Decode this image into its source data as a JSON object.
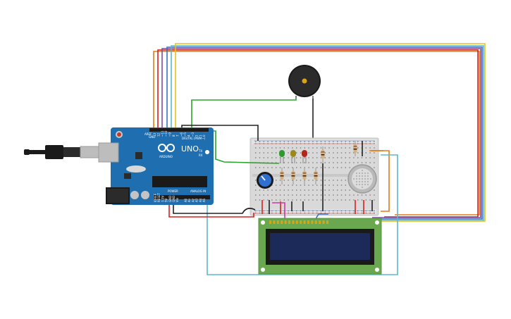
{
  "arduino": {
    "model_label": "UNO",
    "brand_label": "ARDUINO",
    "digital_header_label": "DIGITAL (PWM~)",
    "power_header_label": "POWER",
    "analog_header_label": "ANALOG IN",
    "aref_label": "AREF",
    "gnd_label": "GND",
    "tx_label": "TX",
    "rx_label": "RX",
    "digital_pins": [
      "13",
      "12",
      "~11",
      "~10",
      "~9",
      "8",
      "7",
      "~6",
      "~5",
      "4",
      "~3",
      "2",
      "1",
      "0"
    ],
    "power_pins": [
      "IOREF",
      "RESET",
      "3.3V",
      "5V",
      "GND",
      "GND",
      "Vin"
    ],
    "analog_pins": [
      "A0",
      "A1",
      "A2",
      "A3",
      "A4",
      "A5"
    ]
  },
  "components": {
    "led_colors": [
      "#2e9b2e",
      "#9a8a1c",
      "#b3261e"
    ],
    "buzzer_color": "#1a1a1a",
    "lcd_body_color": "#6aa84f",
    "lcd_screen_color": "#1c2a5a",
    "board_color": "#1f6fb0"
  },
  "wire_colors": {
    "orange": "#e07b1a",
    "purple": "#7b4fa0",
    "red": "#d62020",
    "teal": "#5fb8c8",
    "green": "#2aa52a",
    "blue": "#3a6fc4",
    "yellow": "#e8c21a",
    "black": "#222222",
    "pink": "#c83ca0"
  }
}
